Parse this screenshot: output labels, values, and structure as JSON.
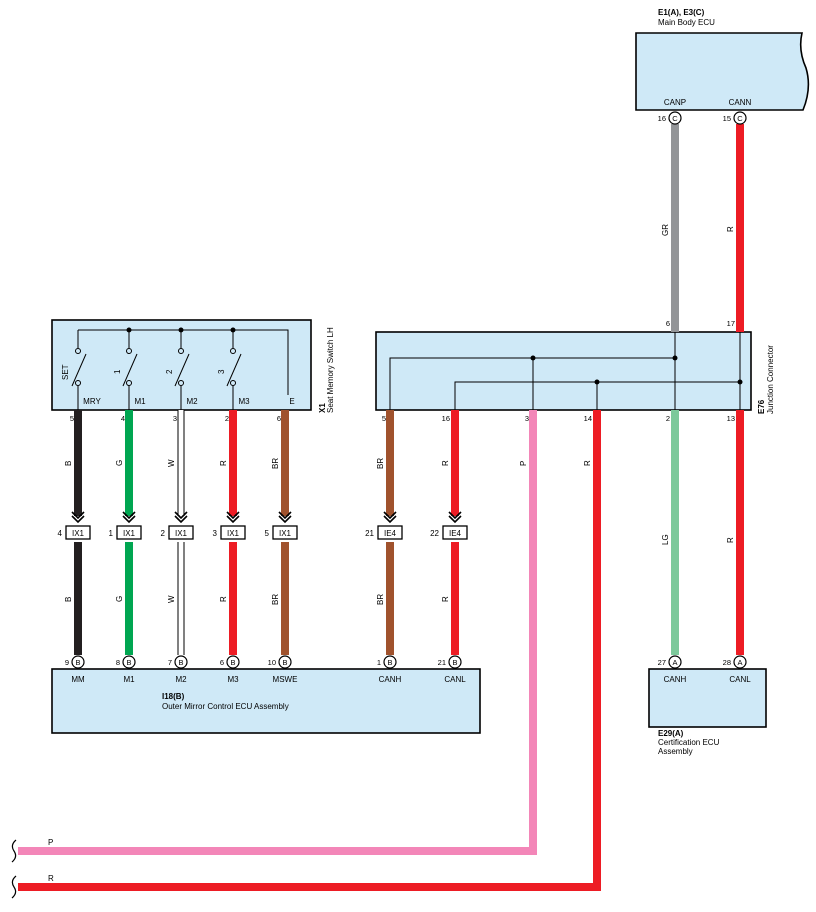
{
  "main_body_ecu": {
    "code": "E1(A), E3(C)",
    "name": "Main Body ECU",
    "pins": [
      {
        "label": "CANP",
        "num": "16",
        "conn": "C"
      },
      {
        "label": "CANN",
        "num": "15",
        "conn": "C"
      }
    ]
  },
  "seat_switch": {
    "code": "X1",
    "name": "Seat Memory Switch LH",
    "switch_labels": [
      "SET",
      "1",
      "2",
      "3"
    ],
    "terminals": [
      {
        "label": "MRY",
        "num": "5"
      },
      {
        "label": "M1",
        "num": "4"
      },
      {
        "label": "M2",
        "num": "3"
      },
      {
        "label": "M3",
        "num": "2"
      },
      {
        "label": "E",
        "num": "6"
      }
    ]
  },
  "junction": {
    "code": "E76",
    "name": "Junction Connector",
    "top_pins": [
      "6",
      "17"
    ],
    "bottom_pins": [
      "5",
      "16",
      "3",
      "14",
      "2",
      "13"
    ]
  },
  "wires": {
    "mm": "B",
    "m1": "G",
    "m2": "W",
    "m3": "R",
    "mswe": "BR",
    "canh": "BR",
    "canl": "R",
    "gr": "GR",
    "r_top": "R",
    "p": "P",
    "r_mid": "R",
    "lg": "LG",
    "r_cert": "R",
    "bottom_p": "P",
    "bottom_r": "R"
  },
  "connectors": [
    {
      "num": "4",
      "id": "IX1"
    },
    {
      "num": "1",
      "id": "IX1"
    },
    {
      "num": "2",
      "id": "IX1"
    },
    {
      "num": "3",
      "id": "IX1"
    },
    {
      "num": "5",
      "id": "IX1"
    },
    {
      "num": "21",
      "id": "IE4"
    },
    {
      "num": "22",
      "id": "IE4"
    }
  ],
  "outer_mirror_ecu": {
    "code": "I18(B)",
    "name": "Outer Mirror Control ECU Assembly",
    "pins": [
      {
        "label": "MM",
        "num": "9",
        "conn": "B"
      },
      {
        "label": "M1",
        "num": "8",
        "conn": "B"
      },
      {
        "label": "M2",
        "num": "7",
        "conn": "B"
      },
      {
        "label": "M3",
        "num": "6",
        "conn": "B"
      },
      {
        "label": "MSWE",
        "num": "10",
        "conn": "B"
      },
      {
        "label": "CANH",
        "num": "1",
        "conn": "B"
      },
      {
        "label": "CANL",
        "num": "21",
        "conn": "B"
      }
    ]
  },
  "cert_ecu": {
    "code": "E29(A)",
    "name_line1": "Certification ECU",
    "name_line2": "Assembly",
    "pins": [
      {
        "label": "CANH",
        "num": "27",
        "conn": "A"
      },
      {
        "label": "CANL",
        "num": "28",
        "conn": "A"
      }
    ]
  },
  "colors": {
    "black": "#231f20",
    "green": "#00a651",
    "red": "#ed1c24",
    "brown": "#a0522d",
    "gray": "#939598",
    "pink": "#f386b8",
    "light_green": "#7cc99b",
    "box_fill": "#cfe9f7"
  }
}
